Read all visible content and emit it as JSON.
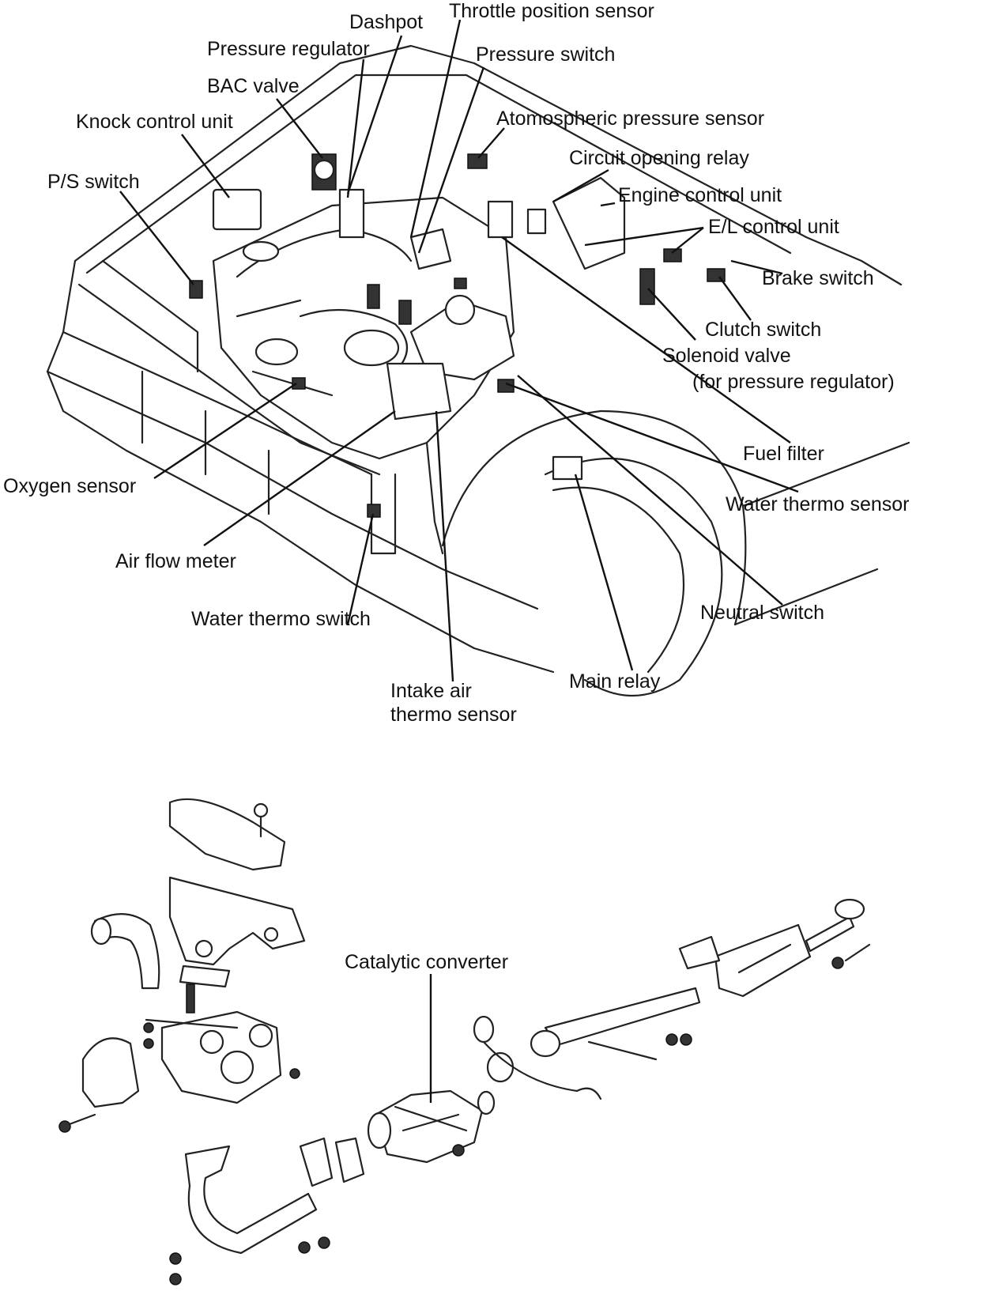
{
  "engine_callouts": {
    "dashpot": "Dashpot",
    "throttle_position_sensor": "Throttle position sensor",
    "pressure_regulator": "Pressure regulator",
    "pressure_switch": "Pressure switch",
    "bac_valve": "BAC valve",
    "knock_control_unit": "Knock control unit",
    "atmospheric_pressure_sensor": "Atomospheric pressure sensor",
    "circuit_opening_relay": "Circuit opening relay",
    "ps_switch": "P/S switch",
    "engine_control_unit": "Engine control unit",
    "el_control_unit": "E/L control unit",
    "brake_switch": "Brake switch",
    "clutch_switch": "Clutch switch",
    "solenoid_valve": "Solenoid valve",
    "solenoid_valve_note": "(for pressure regulator)",
    "fuel_filter": "Fuel filter",
    "oxygen_sensor": "Oxygen sensor",
    "water_thermo_sensor": "Water thermo sensor",
    "air_flow_meter": "Air flow meter",
    "neutral_switch": "Neutral switch",
    "water_thermo_switch": "Water thermo switch",
    "main_relay": "Main relay",
    "intake_air_line1": "Intake air",
    "intake_air_line2": "thermo sensor"
  },
  "exhaust_callouts": {
    "catalytic_converter": "Catalytic converter"
  }
}
